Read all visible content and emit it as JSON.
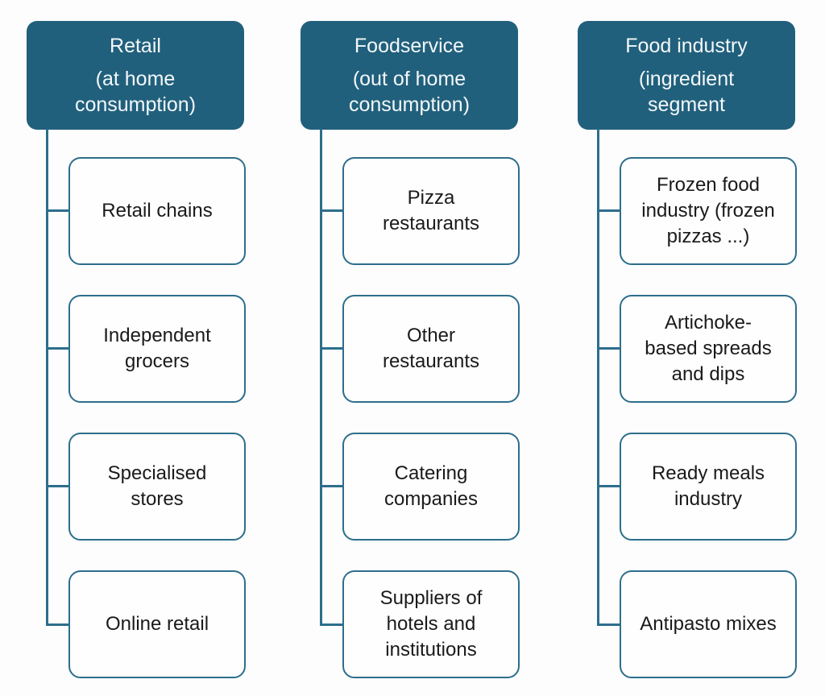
{
  "page": {
    "background": "#FDFDFD"
  },
  "colors": {
    "header_background": "#21607C",
    "header_text": "#F3F8FA",
    "connector_line": "#2D6E8C",
    "child_border": "#2D6E8C",
    "child_background": "#FEFEFE",
    "child_text": "#1A1A1A"
  },
  "diagram": {
    "type": "hierarchy-tree",
    "columns": [
      {
        "header": {
          "title": "Retail",
          "subtitle": "(at home\nconsumption)"
        },
        "children": [
          {
            "label": "Retail chains"
          },
          {
            "label": "Independent\ngrocers"
          },
          {
            "label": "Specialised\nstores"
          },
          {
            "label": "Online retail"
          }
        ]
      },
      {
        "header": {
          "title": "Foodservice",
          "subtitle": "(out of home\nconsumption)"
        },
        "children": [
          {
            "label": "Pizza\nrestaurants"
          },
          {
            "label": "Other\nrestaurants"
          },
          {
            "label": "Catering\ncompanies"
          },
          {
            "label": "Suppliers of\nhotels and\ninstitutions"
          }
        ]
      },
      {
        "header": {
          "title": "Food industry",
          "subtitle": "(ingredient\nsegment"
        },
        "children": [
          {
            "label": "Frozen food\nindustry (frozen\npizzas ...)"
          },
          {
            "label": "Artichoke-\nbased spreads\nand dips"
          },
          {
            "label": "Ready meals\nindustry"
          },
          {
            "label": "Antipasto mixes"
          }
        ]
      }
    ]
  }
}
